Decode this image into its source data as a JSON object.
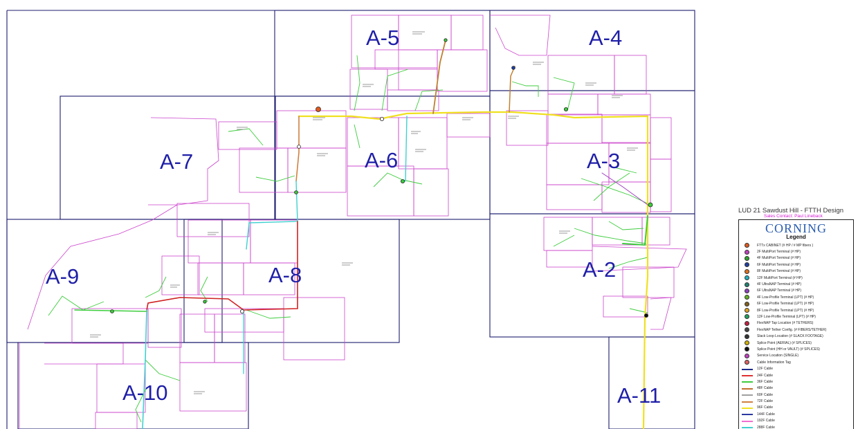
{
  "legend": {
    "title": "LUD 21 Sawdust Hill - FTTH Design",
    "contact": "Sales Contact: Paul Lineback",
    "brand": "CORNING",
    "heading": "Legend",
    "items": [
      {
        "label": "FTTx CABINET (# HP / # MP fibers )",
        "icon": "cabinet-symbol",
        "color": "#e05a1e"
      },
      {
        "label": "2F MultiPort Terminal (# HP)",
        "icon": "terminal-symbol",
        "color": "#c040c0"
      },
      {
        "label": "4F MultiPort Terminal (# HP)",
        "icon": "terminal-symbol",
        "color": "#2aa52a"
      },
      {
        "label": "6F MultiPort Terminal (# HP)",
        "icon": "terminal-symbol",
        "color": "#1e3fa0"
      },
      {
        "label": "8F MultiPort Terminal (# HP)",
        "icon": "terminal-symbol",
        "color": "#e07020"
      },
      {
        "label": "12F MultiPort Terminal (# HP)",
        "icon": "terminal-symbol",
        "color": "#20b0c0"
      },
      {
        "label": "4F UltraNAP Terminal (# HP)",
        "icon": "terminal-symbol",
        "color": "#208070"
      },
      {
        "label": "6F UltraNAP Terminal (# HP)",
        "icon": "terminal-symbol",
        "color": "#9040c0"
      },
      {
        "label": "4F Low-Profile Terminal (LPT) (# HP)",
        "icon": "terminal-symbol",
        "color": "#60b020"
      },
      {
        "label": "6F Low-Profile Terminal (LPT) (# HP)",
        "icon": "terminal-symbol",
        "color": "#806020"
      },
      {
        "label": "8F Low-Profile Terminal (LPT) (# HP)",
        "icon": "terminal-symbol",
        "color": "#e0a020"
      },
      {
        "label": "12F Low-Profile Terminal (LPT) (# HP)",
        "icon": "terminal-symbol",
        "color": "#20a060"
      },
      {
        "label": "FlexNAP Tap Location (# TETHERS)",
        "icon": "tap-symbol",
        "color": "#c02040"
      },
      {
        "label": "FlexNAP Tether Config. (# FIBERS/TETHER)",
        "icon": "tether-symbol",
        "color": "#444444"
      },
      {
        "label": "Slack Loop Location (# SLACK FOOTAGE)",
        "icon": "slack-loop-symbol",
        "color": "#333333"
      },
      {
        "label": "Splice Point (AERIAL) (# SPLICES)",
        "icon": "splice-symbol",
        "color": "#d0b000"
      },
      {
        "label": "Splice Point (HH or VAULT) (# SPLICES)",
        "icon": "splice-symbol",
        "color": "#111111"
      },
      {
        "label": "Service Location (SINGLE)",
        "icon": "service-symbol",
        "color": "#c040c0"
      },
      {
        "label": "Cable Information Tag",
        "icon": "tag-symbol",
        "color": "#e06060"
      },
      {
        "label": "12F Cable",
        "icon": "cable-line",
        "color": "#1e2a8a"
      },
      {
        "label": "24F Cable",
        "icon": "cable-line",
        "color": "#e03030"
      },
      {
        "label": "36F Cable",
        "icon": "cable-line",
        "color": "#3ccc3c"
      },
      {
        "label": "48F Cable",
        "icon": "cable-line",
        "color": "#c07030"
      },
      {
        "label": "60F Cable",
        "icon": "cable-line",
        "color": "#a0a0a0"
      },
      {
        "label": "72F Cable",
        "icon": "cable-line",
        "color": "#d08040"
      },
      {
        "label": "96F Cable",
        "icon": "cable-line",
        "color": "#f0e020"
      },
      {
        "label": "144F Cable",
        "icon": "cable-line",
        "color": "#2a3aa0"
      },
      {
        "label": "192F Cable",
        "icon": "cable-line",
        "color": "#f070d0"
      },
      {
        "label": "288F Cable",
        "icon": "cable-line",
        "color": "#40d0d0"
      }
    ]
  },
  "zones": [
    "A-5",
    "A-4",
    "A-7",
    "A-6",
    "A-3",
    "A-9",
    "A-8",
    "A-2",
    "A-10",
    "A-11"
  ],
  "colors": {
    "zone_border": "#1c1c6e",
    "parcel": "#cc44cc",
    "drop": "#3ccc3c",
    "feeder_yellow": "#f0e020",
    "feeder_orange": "#d08040",
    "feeder_red": "#d02020",
    "feeder_cyan": "#40d0d0",
    "label_blue": "#1f1fa8"
  }
}
